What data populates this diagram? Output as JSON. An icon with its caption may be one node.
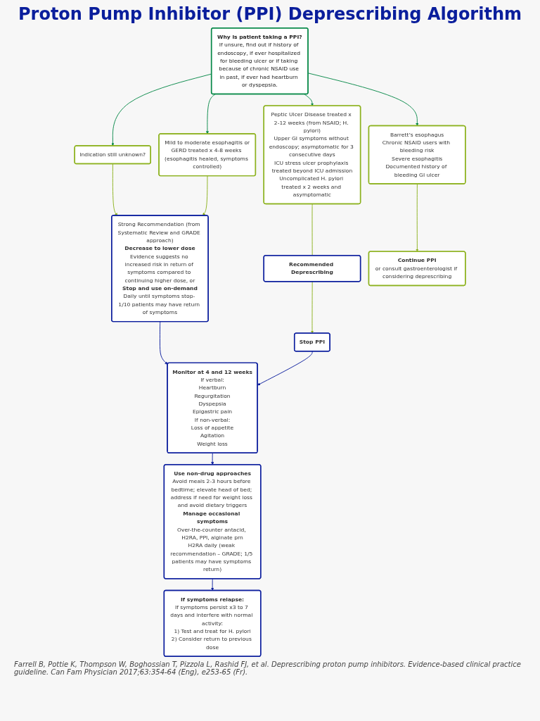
{
  "diagram": {
    "title": "Proton Pump Inhibitor (PPI) Deprescribing Algorithm",
    "caption": "Farrell B, Pottie K, Thompson W, Boghossian T, Pizzola L, Rashid FJ, et al. Deprescribing proton pump inhibitors. Evidence-based clinical practice guideline. Can Fam Physician 2017;63:354-64 (Eng), e253-65 (Fr).",
    "nodes": [
      {
        "text": [
          "Why is patient taking a PPI?",
          "If unsure, find out if history of endoscopy, if ever hospitalized for bleeding ulcer or if taking because of chronic NSAID use in past, if ever had heartburn or dyspepsia."
        ]
      },
      {
        "text": [
          "Indication still unknown?"
        ]
      },
      {
        "text": [
          "Mild to moderate esophagitis or",
          "GERD treated x 4-8 weeks (esophagitis healed, symptoms controlled)"
        ]
      },
      {
        "text": [
          "Peptic Ulcer Disease treated x 2-12 weeks (from NSAID; H. pylori)",
          "Upper GI symptoms without endoscopy; asymptomatic for 3 consecutive days",
          "ICU stress ulcer prophylaxis treated beyond ICU admission",
          "Uncomplicated H. pylori treated x 2 weeks and asymptomatic"
        ]
      },
      {
        "text": [
          "Barrett’s esophagus",
          "Chronic NSAID users with bleeding risk",
          "Severe esophagitis",
          "Documented history of bleeding GI ulcer"
        ]
      },
      {
        "text": [
          "Recommended Deprescribing"
        ]
      },
      {
        "text": [
          "Strong Recommendation (from Systematic Review and GRADE approach)",
          "Decrease to lower dose",
          "Evidence suggests no increased risk in return of symptoms compared to continuing higher dose, or",
          "Stop and use on-demand",
          "Daily until symptoms stop- 1/10 patients may have return of symptoms"
        ]
      },
      {
        "text": [
          "Stop PPI"
        ]
      },
      {
        "text": [
          "Continue PPI",
          "or consult gastroenterologist if considering deprescribing"
        ]
      },
      {
        "text": [
          "Monitor at 4 and 12 weeks",
          "If verbal:",
          "Heartburn",
          "Regurgitation",
          "Dyspepsia",
          "Epigastric pain",
          "If non-verbal:",
          "Loss of appetite",
          "Agitation",
          "Weight loss"
        ]
      },
      {
        "text": [
          "Use non-drug approaches",
          "Avoid meals 2-3 hours before bedtime; elevate head of bed; address if need for weight loss and avoid dietary triggers",
          "Manage occasional symptoms",
          "Over-the-counter antacid, H2RA, PPI, alginate prn",
          "H2RA daily (weak recommendation – GRADE; 1/5 patients may have symptoms return)"
        ]
      },
      {
        "text": [
          "If symptoms relapse:",
          "If symptoms persist x3 to 7 days and interfere with normal activity:",
          "1) Test and treat for H. pylori",
          "2) Consider return to previous dose"
        ]
      }
    ],
    "edges": [
      {
        "from": 0,
        "to": 1,
        "arrow": "to",
        "color": "#0a8a4a"
      },
      {
        "from": 0,
        "to": 2,
        "arrow": "to",
        "color": "#0a8a4a"
      },
      {
        "from": 0,
        "to": 3,
        "arrow": "to",
        "color": "#0a8a4a"
      },
      {
        "from": 0,
        "to": 4,
        "arrow": "to",
        "color": "#0a8a4a"
      },
      {
        "from": 1,
        "to": 6,
        "arrow": "to"
      },
      {
        "from": 2,
        "to": 6,
        "arrow": "to"
      },
      {
        "from": 3,
        "to": 5,
        "arrow": "none"
      },
      {
        "from": 5,
        "to": 7,
        "arrow": "to"
      },
      {
        "from": 4,
        "to": 8,
        "arrow": "to"
      },
      {
        "from": 6,
        "to": 9,
        "arrow": "to",
        "color": "#0d1f9e"
      },
      {
        "from": 7,
        "to": 9,
        "arrow": "to",
        "color": "#0d1f9e"
      },
      {
        "from": 9,
        "to": 10,
        "arrow": "to",
        "color": "#0d1f9e"
      },
      {
        "from": 10,
        "to": 11,
        "arrow": "to",
        "color": "#0d1f9e"
      }
    ]
  }
}
